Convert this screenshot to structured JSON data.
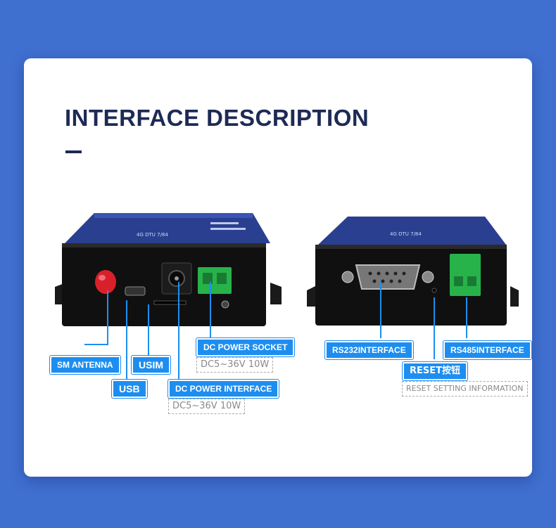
{
  "title": "INTERFACE DESCRIPTION",
  "left_device": {
    "labels": {
      "antenna": "SM ANTENNA",
      "usim": "USIM",
      "usb": "USB",
      "dc_socket": "DC POWER SOCKET",
      "dc_socket_spec": "DC5~36V 10W",
      "dc_interface": "DC POWER INTERFACE",
      "dc_interface_spec": "DC5~36V 10W"
    }
  },
  "right_device": {
    "labels": {
      "rs232": "RS232INTERFACE",
      "rs485": "RS485INTERFACE",
      "reset": "RESET按钮",
      "reset_info": "RESET SETTING INFORMATION"
    }
  },
  "colors": {
    "background": "#3f6fcf",
    "label": "#1d8ef0",
    "title": "#1d2a55",
    "terminal": "#27b34a",
    "antenna": "#d9202a"
  }
}
